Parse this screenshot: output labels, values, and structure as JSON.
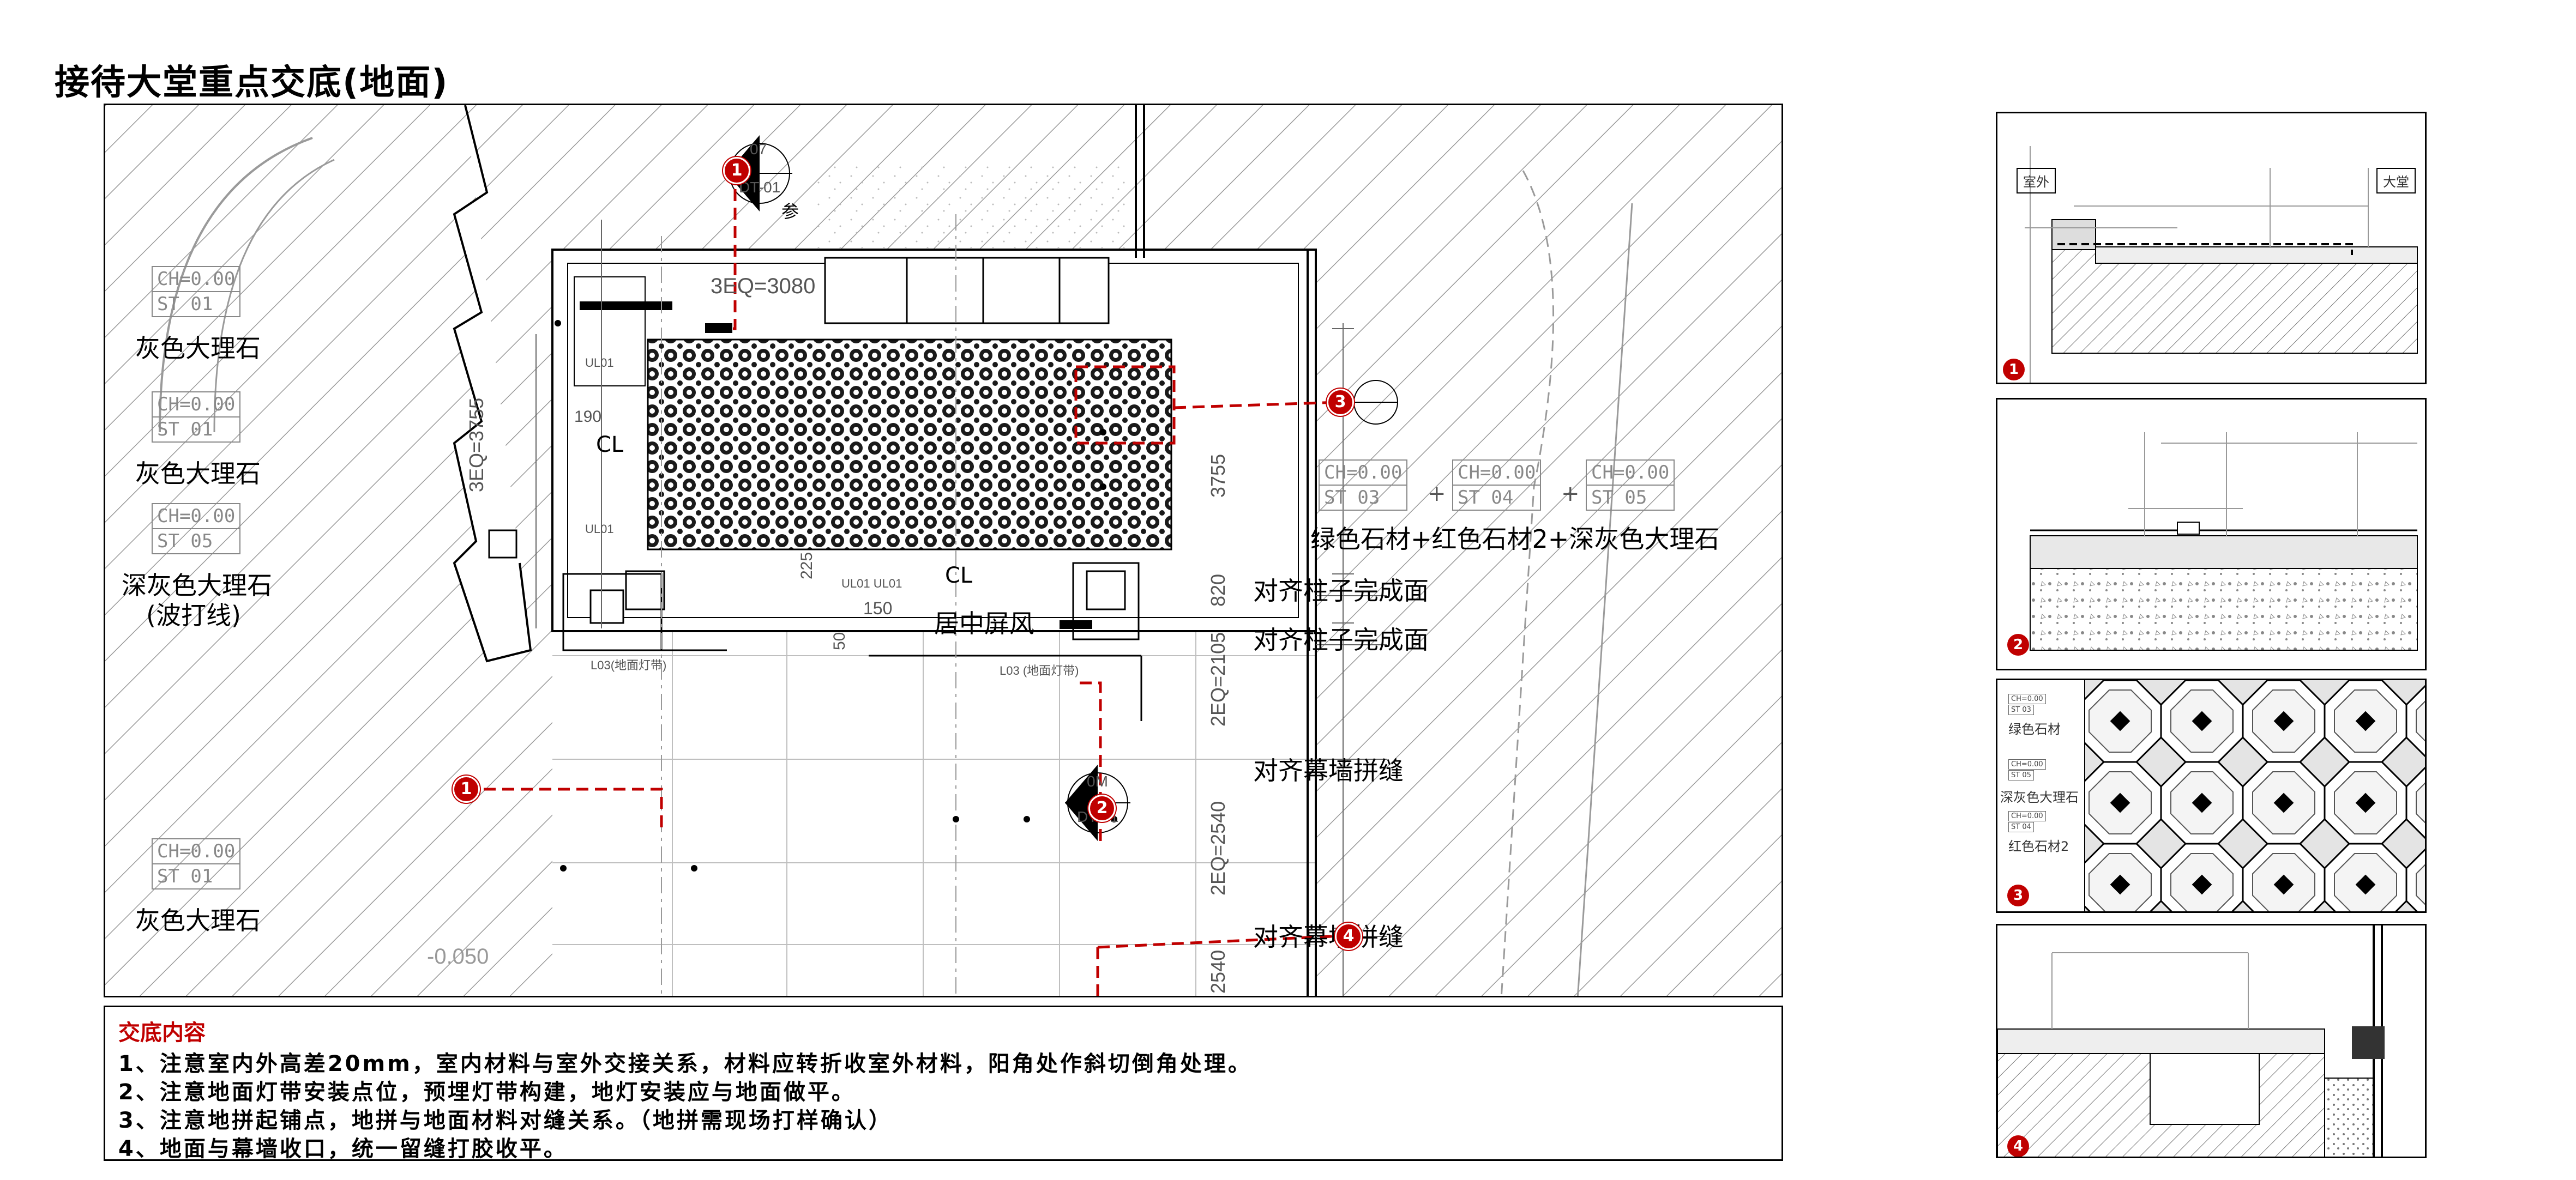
{
  "title": "接待大堂重点交底(地面)",
  "materials": {
    "grey_marble": "灰色大理石",
    "dark_grey_marble": "深灰色大理石",
    "dark_grey_marble_note": "(波打线)",
    "combo": "绿色石材+红色石材2+深灰色大理石"
  },
  "tags": {
    "ch": "CH=0.00",
    "st01": "ST 01",
    "st03": "ST 03",
    "st04": "ST 04",
    "st05": "ST 05"
  },
  "callouts": {
    "align_column_1": "对齐柱子完成面",
    "align_column_2": "对齐柱子完成面",
    "align_curtain_1": "对齐幕墙拼缝",
    "align_curtain_2": "对齐幕墙拼缝",
    "center_screen": "居中屏风",
    "cl": "CL",
    "ref": "参"
  },
  "dimensions": {
    "eq3080": "3EQ=3080",
    "eq3755": "3EQ=3755",
    "d3755": "3755",
    "d820": "820",
    "eq2105": "2EQ=2105",
    "eq2540": "2EQ=2540",
    "d2540": "2540",
    "d150": "150",
    "d190": "190",
    "d225": "225",
    "d50": "50",
    "level": "-0.050",
    "ul01a": "UL01",
    "ul01b": "UL01",
    "ul01c": "UL01 UL01",
    "l03a": "L03(地面灯带)",
    "l03b": "L03 (地面灯带)",
    "section_top": "07",
    "section_top_id": "DT-01",
    "section_mid_id": "DT-01",
    "section_mid_top": "0M"
  },
  "markers": [
    "1",
    "2",
    "3",
    "4"
  ],
  "notes": {
    "heading": "交底内容",
    "items": [
      "1、注意室内外高差20mm，室内材料与室外交接关系，材料应转折收室外材料，阳角处作斜切倒角处理。",
      "2、注意地面灯带安装点位，预埋灯带构建，地灯安装应与地面做平。",
      "3、注意地拼起铺点，地拼与地面材料对缝关系。（地拼需现场打样确认）",
      "4、地面与幕墙收口，统一留缝打胶收平。"
    ]
  },
  "details": {
    "d1": {
      "outside": "室外",
      "lobby": "大堂",
      "marker": "1"
    },
    "d2": {
      "marker": "2"
    },
    "d3": {
      "green": "绿色石材",
      "dark_grey": "深灰色大理石",
      "red": "红色石材2",
      "ch": "CH=0.00",
      "st03": "ST 03",
      "st05": "ST 05",
      "st04": "ST 04",
      "marker": "3"
    },
    "d4": {
      "marker": "4"
    }
  },
  "colors": {
    "accent": "#c00000",
    "line": "#000000",
    "hatch": "#9a9a9a"
  }
}
